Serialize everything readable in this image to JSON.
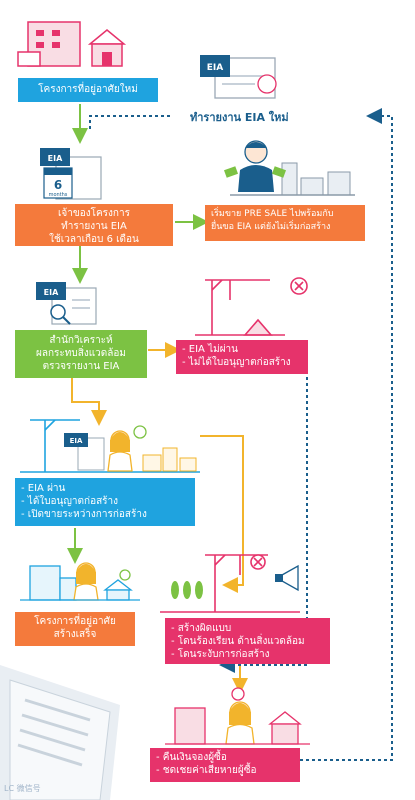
{
  "colors": {
    "blue": "#1fa3df",
    "orange": "#f47a3c",
    "green": "#7cc243",
    "pink": "#e6336b",
    "navy": "#1a5e8c",
    "yellowLine": "#f2b42c"
  },
  "icons": {
    "eia_badge": "EIA",
    "calendar_number": "6",
    "calendar_caption": "months"
  },
  "eia_new": "ทำรายงาน EIA ใหม่",
  "boxes": {
    "new_project": "โครงการที่อยู่อาศัยใหม่",
    "owner": {
      "lines": [
        "เจ้าของโครงการ",
        "ทำรายงาน EIA",
        "ใช้เวลาเกือบ 6 เดือน"
      ]
    },
    "presale": {
      "lines": [
        "เริ่มขาย PRE SALE ไปพร้อมกับ",
        "ยื่นขอ EIA แต่ยังไม่เริ่มก่อสร้าง"
      ]
    },
    "office": {
      "lines": [
        "สำนักวิเคราะห์",
        "ผลกระทบสิ่งแวดล้อม",
        "ตรวจรายงาน EIA"
      ]
    },
    "fail": {
      "lines": [
        "- EIA ไม่ผ่าน",
        "- ไม่ได้ใบอนุญาตก่อสร้าง"
      ]
    },
    "pass": {
      "lines": [
        "- EIA ผ่าน",
        "- ได้ใบอนุญาตก่อสร้าง",
        "- เปิดขายระหว่างการก่อสร้าง"
      ]
    },
    "done": {
      "lines": [
        "โครงการที่อยู่อาศัย",
        "สร้างเสร็จ"
      ]
    },
    "violate": {
      "lines": [
        "- สร้างผิดแบบ",
        "- โดนร้องเรียน ด้านสิ่งแวดล้อม",
        "- โดนระงับการก่อสร้าง"
      ]
    },
    "refund": {
      "lines": [
        "- คืนเงินจองผู้ซื้อ",
        "- ชดเชยค่าเสียหายผู้ซื้อ"
      ]
    }
  },
  "watermark": "LC 微信号"
}
